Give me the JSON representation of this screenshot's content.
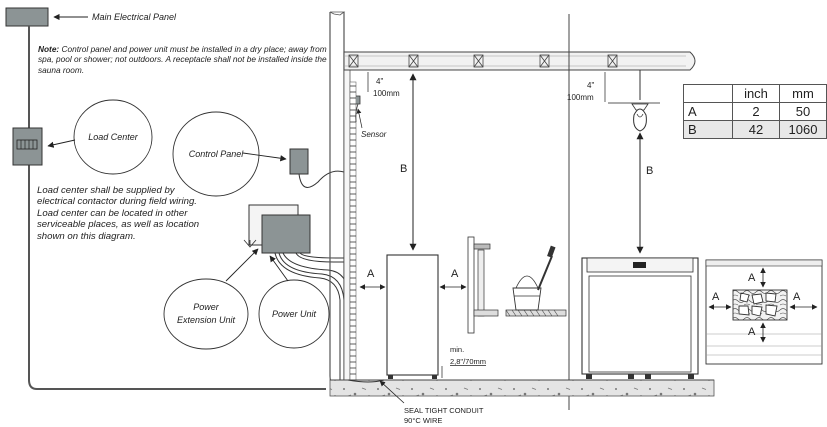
{
  "labels": {
    "main_panel": "Main Electrical Panel",
    "load_center": "Load Center",
    "control_panel": "Control Panel",
    "power_extension_unit_1": "Power",
    "power_extension_unit_2": "Extension Unit",
    "power_unit": "Power Unit",
    "sensor": "Sensor",
    "dim_b_left": "B",
    "dim_b_right": "B",
    "dim_a_left": "A",
    "dim_a_right": "A",
    "clear_left_in": "4\"",
    "clear_left_mm": "100mm",
    "clear_right_in": "4\"",
    "clear_right_mm": "100mm",
    "min_1": "min.",
    "min_2": "2,8\"/70mm",
    "conduit_1": "SEAL TIGHT CONDUIT",
    "conduit_2": "90°C WIRE",
    "detail_a_top": "A",
    "detail_a_left": "A",
    "detail_a_right": "A",
    "detail_a_bottom": "A"
  },
  "note": {
    "prefix": "Note:",
    "text": "Control panel and power unit must be installed in a dry place; away from spa, pool or shower; not outdoors. A receptacle shall not be installed inside the sauna room."
  },
  "load_center_text": "Load center shall be supplied by electrical contactor during field wiring. Load center can be located in other serviceable places, as well as location shown on this diagram.",
  "table": {
    "headers": [
      "",
      "inch",
      "mm"
    ],
    "rows": [
      [
        "A",
        "2",
        "50"
      ],
      [
        "B",
        "42",
        "1060"
      ]
    ]
  }
}
